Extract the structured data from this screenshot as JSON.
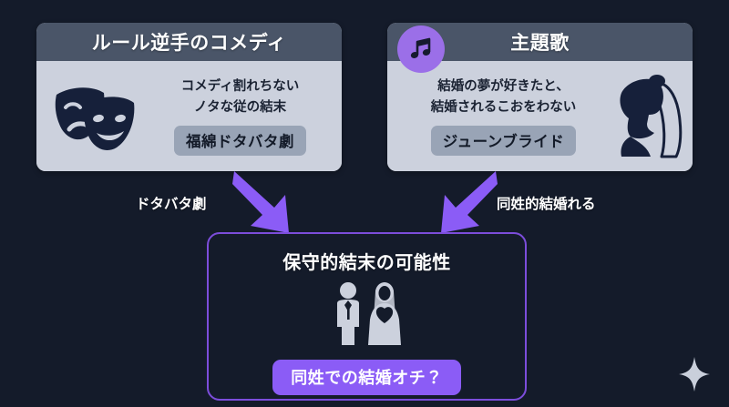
{
  "theme": {
    "background": "#141b2a",
    "card_header_bg": "#4a5568",
    "card_body_bg": "#ccd1dd",
    "accent_purple": "#8b5cf6",
    "badge_purple": "#9b6fe8",
    "arrow_purple": "#8b5cf6",
    "pill_gray": "#99a4b6",
    "dark_text": "#1b2333",
    "light_text": "#ffffff"
  },
  "cards": {
    "comedy": {
      "title": "ルール逆手のコメディ",
      "icon": "theatre-masks-icon",
      "line1": "コメディ割れちない",
      "line2": "ノタな従の結末",
      "pill": "福綿ドタバタ劇"
    },
    "song": {
      "title": "主題歌",
      "badge_icon": "music-note-icon",
      "icon": "bride-silhouette-icon",
      "line1": "結婚の夢が好きたと、",
      "line2": "結婚されるこおをわない",
      "pill": "ジューンブライド"
    },
    "result": {
      "title": "保守的結末の可能性",
      "icon": "wedding-couple-icon",
      "pill": "同姓での結婚オチ？"
    }
  },
  "arrows": {
    "left": {
      "label": "ドタバタ劇",
      "icon": "arrow-down-right-icon"
    },
    "right": {
      "label": "同姓的結婚れる",
      "icon": "arrow-down-left-icon"
    }
  },
  "decoration": {
    "sparkle": "sparkle-icon"
  }
}
